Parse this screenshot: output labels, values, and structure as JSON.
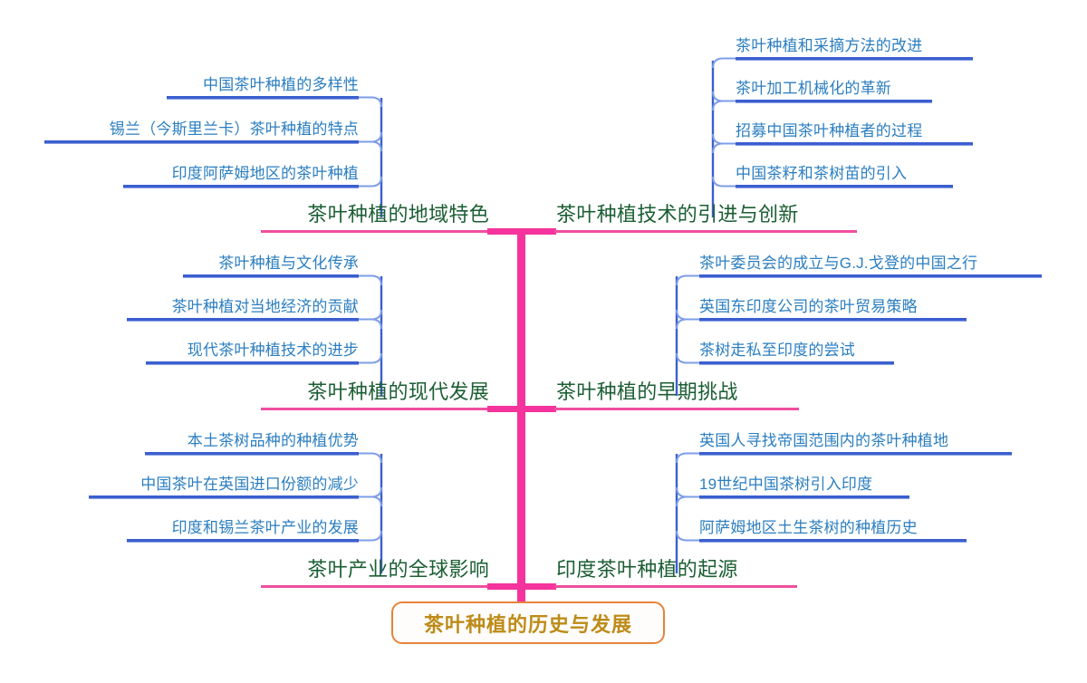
{
  "diagram": {
    "type": "mind-map",
    "root": {
      "label": "茶叶种植的历史与发展",
      "text_color": "#bd8b18",
      "border_color": "#e8833a"
    },
    "colors": {
      "spine": "#f5339c",
      "branch_underline": "#ef4f9e",
      "branch_text": "#1b5e33",
      "leaf_text": "#2b7ec0",
      "leaf_underline": "#3b5fd0",
      "leaf_connector": "#7e9ee8",
      "background": "#ffffff"
    },
    "branches": [
      {
        "label": "茶叶种植的地域特色",
        "side": "left",
        "row": 1,
        "leaves": [
          "中国茶叶种植的多样性",
          "锡兰（今斯里兰卡）茶叶种植的特点",
          "印度阿萨姆地区的茶叶种植"
        ]
      },
      {
        "label": "茶叶种植技术的引进与创新",
        "side": "right",
        "row": 1,
        "leaves": [
          "茶叶种植和采摘方法的改进",
          "茶叶加工机械化的革新",
          "招募中国茶叶种植者的过程",
          "中国茶籽和茶树苗的引入"
        ]
      },
      {
        "label": "茶叶种植的现代发展",
        "side": "left",
        "row": 2,
        "leaves": [
          "茶叶种植与文化传承",
          "茶叶种植对当地经济的贡献",
          "现代茶叶种植技术的进步"
        ]
      },
      {
        "label": "茶叶种植的早期挑战",
        "side": "right",
        "row": 2,
        "leaves": [
          "茶叶委员会的成立与G.J.戈登的中国之行",
          "英国东印度公司的茶叶贸易策略",
          "茶树走私至印度的尝试"
        ]
      },
      {
        "label": "茶叶产业的全球影响",
        "side": "left",
        "row": 3,
        "leaves": [
          "本土茶树品种的种植优势",
          "中国茶叶在英国进口份额的减少",
          "印度和锡兰茶叶产业的发展"
        ]
      },
      {
        "label": "印度茶叶种植的起源",
        "side": "right",
        "row": 3,
        "leaves": [
          "英国人寻找帝国范围内的茶叶种植地",
          "19世纪中国茶树引入印度",
          "阿萨姆地区土生茶树的种植历史"
        ]
      }
    ]
  }
}
